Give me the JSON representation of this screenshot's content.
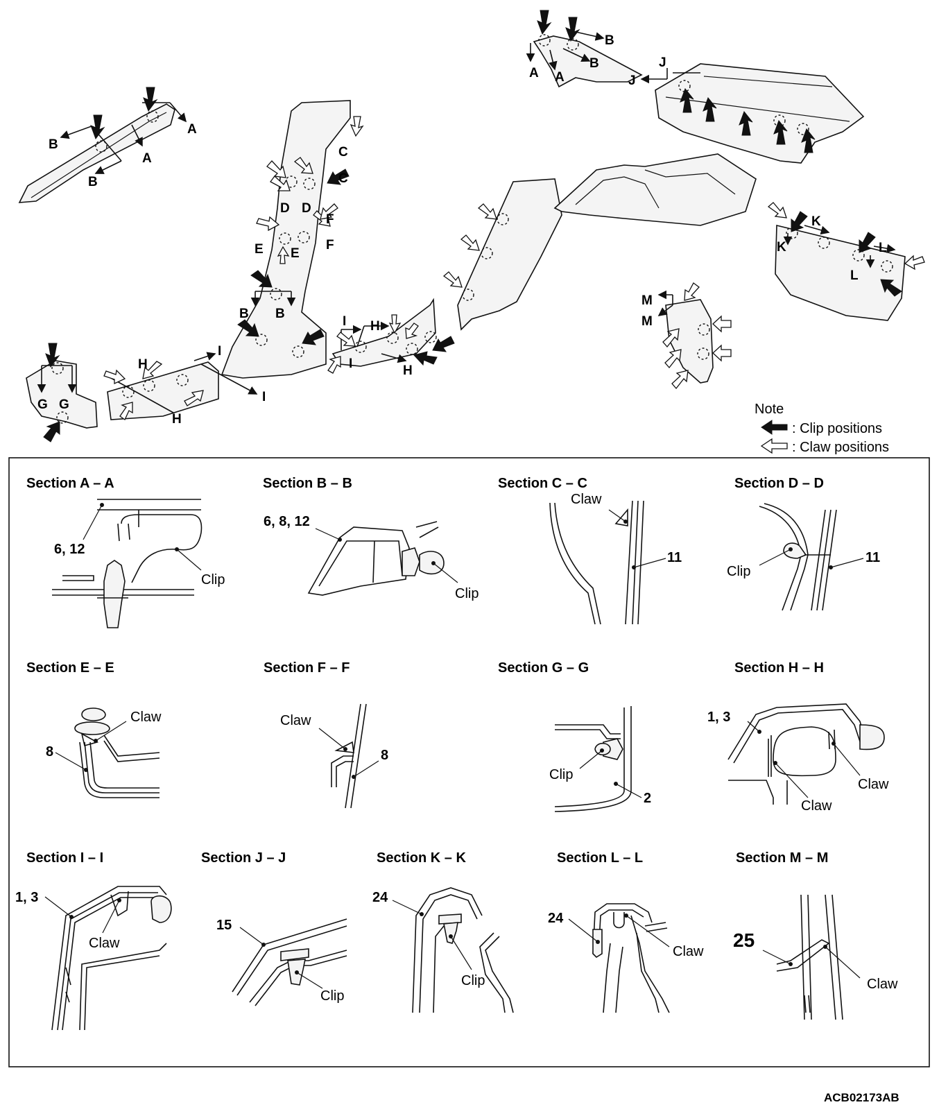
{
  "overview": {
    "labels": {
      "A1": "A",
      "A2": "A",
      "B1": "B",
      "B2": "B",
      "A3": "A",
      "A4": "A",
      "B3": "B",
      "B4": "B",
      "J1": "J",
      "J2": "J",
      "C1": "C",
      "C2": "C",
      "D1": "D",
      "D2": "D",
      "E1": "E",
      "E2": "E",
      "F1": "F",
      "F2": "F",
      "B5": "B",
      "B6": "B",
      "G1": "G",
      "G2": "G",
      "H1": "H",
      "H2": "H",
      "H3": "H",
      "H4": "H",
      "I1": "I",
      "I2": "I",
      "I3": "I",
      "I4": "I",
      "K1": "K",
      "K2": "K",
      "L1": "L",
      "L2": "L",
      "M1": "M",
      "M2": "M"
    }
  },
  "legend": {
    "title": "Note",
    "clip_label": ": Clip positions",
    "claw_label": ": Claw positions"
  },
  "sections": {
    "aa": {
      "title": "Section A – A",
      "part": "6, 12",
      "callout": "Clip"
    },
    "bb": {
      "title": "Section B – B",
      "part": "6, 8, 12",
      "callout": "Clip"
    },
    "cc": {
      "title": "Section C – C",
      "part": "11",
      "callout": "Claw"
    },
    "dd": {
      "title": "Section D – D",
      "part": "11",
      "callout": "Clip"
    },
    "ee": {
      "title": "Section E – E",
      "part": "8",
      "callout": "Claw"
    },
    "ff": {
      "title": "Section F – F",
      "part": "8",
      "callout": "Claw"
    },
    "gg": {
      "title": "Section G – G",
      "part": "2",
      "callout": "Clip"
    },
    "hh": {
      "title": "Section H – H",
      "part": "1, 3",
      "callout1": "Claw",
      "callout2": "Claw"
    },
    "ii": {
      "title": "Section I – I",
      "part": "1, 3",
      "callout": "Claw"
    },
    "jj": {
      "title": "Section J – J",
      "part": "15",
      "callout": "Clip"
    },
    "kk": {
      "title": "Section K – K",
      "part": "24",
      "callout": "Clip"
    },
    "ll": {
      "title": "Section L – L",
      "part": "24",
      "callout": "Claw"
    },
    "mm": {
      "title": "Section M – M",
      "part": "25",
      "callout": "Claw"
    }
  },
  "footer": {
    "code": "ACB02173AB"
  }
}
